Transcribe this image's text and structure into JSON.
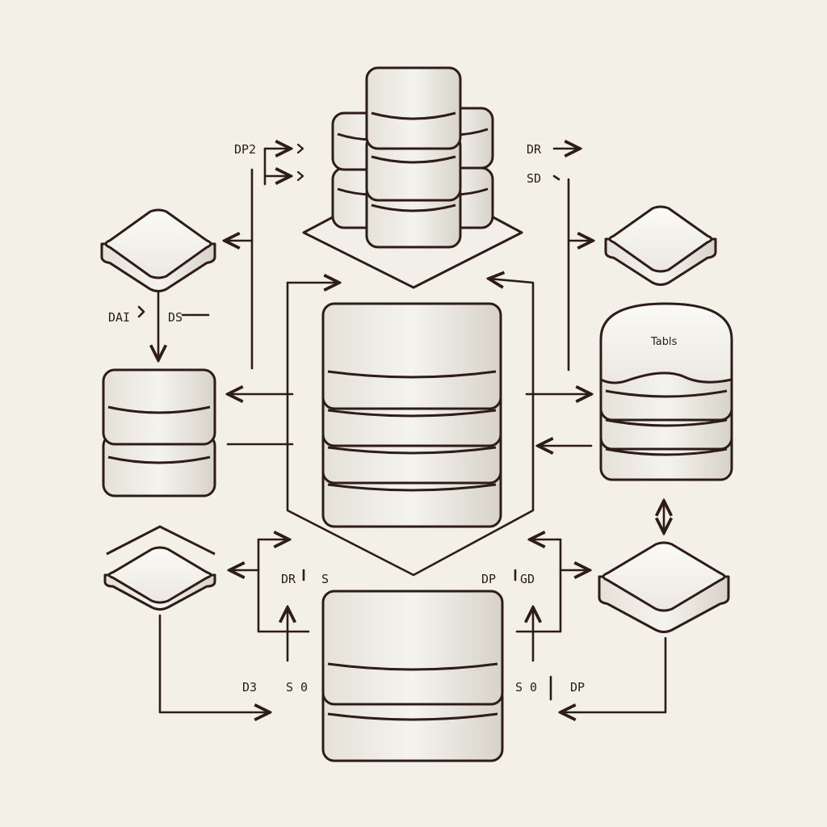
{
  "colors": {
    "background": "#f3f1e7",
    "stroke": "#2e1c19",
    "block_face": "#f6f4ef",
    "block_shade": "#d9d6cc"
  },
  "labels": {
    "top_left_a": "DP2",
    "top_right_a": "DR",
    "top_right_b": "SD",
    "left_mid_a": "DAI",
    "left_mid_b": "DS",
    "tank_label": "Tabls",
    "lower_left_a": "DR",
    "lower_left_b": "S",
    "lower_right_a": "DP",
    "lower_right_b": "GD",
    "bottom_left_a": "D3",
    "bottom_left_b": "S",
    "bottom_left_c": "0",
    "bottom_right_a": "S",
    "bottom_right_b": "0",
    "bottom_right_c": "DP"
  }
}
